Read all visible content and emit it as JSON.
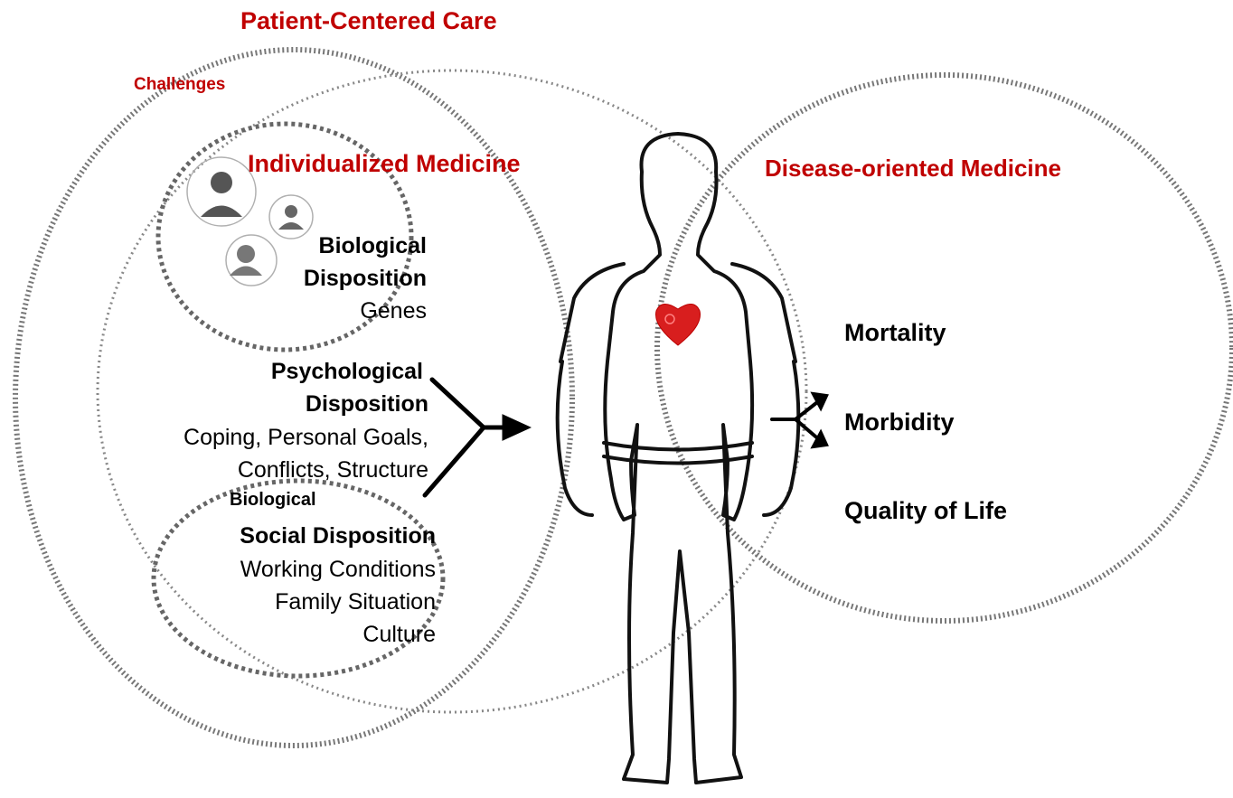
{
  "titles": {
    "patient_centered_care": "Patient-Centered Care",
    "challenges": "Challenges",
    "individualized_medicine": "Individualized Medicine",
    "disease_oriented_medicine": "Disease-oriented Medicine"
  },
  "dispositions": {
    "biological": {
      "heading_line1": "Biological",
      "heading_line2": "Disposition",
      "detail": "Genes"
    },
    "psychological": {
      "heading_line1": "Psychological",
      "heading_line2": "Disposition",
      "detail_line1": "Coping, Personal Goals,",
      "detail_line2": "Conflicts, Structure"
    },
    "overlay_label": "Biological",
    "social": {
      "heading": "Social Disposition",
      "detail_line1": "Working Conditions",
      "detail_line2": "Family Situation",
      "detail_line3": "Culture"
    }
  },
  "outcomes": {
    "mortality": "Mortality",
    "morbidity": "Morbidity",
    "quality_of_life": "Quality of Life"
  },
  "icons": [
    "person-avatar-icon",
    "person-avatar-icon",
    "person-avatar-icon",
    "heart-icon",
    "human-figure-icon"
  ],
  "colors": {
    "accent_red": "#c00000",
    "circle_gray": "#7a7a7a",
    "text": "#000000"
  }
}
